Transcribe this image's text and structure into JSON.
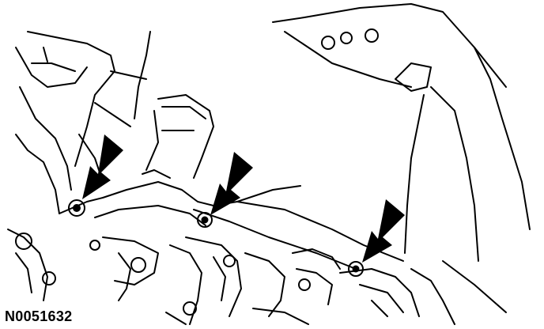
{
  "figure": {
    "id_label": "N0051632",
    "line_color": "#000000",
    "background_color": "#ffffff",
    "callouts": [
      {
        "name": "arrow-bolt-left",
        "target": "bolt-left"
      },
      {
        "name": "arrow-bolt-center",
        "target": "bolt-center"
      },
      {
        "name": "arrow-bolt-right",
        "target": "bolt-right"
      }
    ],
    "fasteners": [
      "bolt-left",
      "bolt-center",
      "bolt-right"
    ]
  }
}
